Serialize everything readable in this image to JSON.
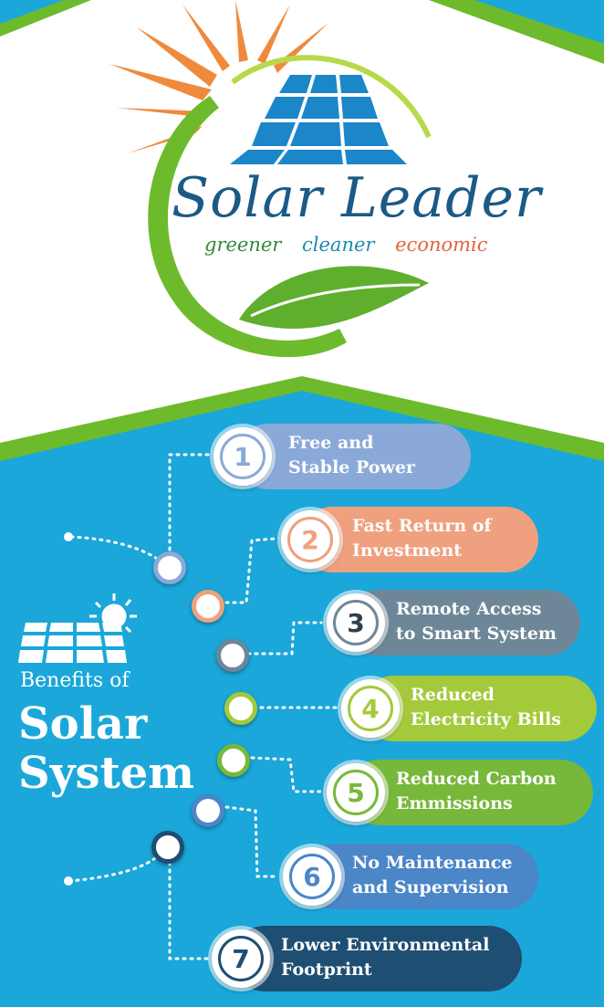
{
  "brand": {
    "name": "Solar Leader",
    "tagline": [
      {
        "text": "greener",
        "color": "#2f8a3b"
      },
      {
        "text": "cleaner",
        "color": "#1a8ab3"
      },
      {
        "text": "economic",
        "color": "#e2633b"
      }
    ]
  },
  "panel": {
    "subtitle": "Benefits of",
    "title_line1": "Solar",
    "title_line2": "System"
  },
  "colors": {
    "background_blue": "#1ba7d9",
    "green_arc": "#6dbb2c",
    "sun": "#ef8a3d",
    "panel_blue": "#1b86c8"
  },
  "benefits": [
    {
      "number": "1",
      "line1": "Free and",
      "line2": "Stable Power",
      "color": "#8aa9d8"
    },
    {
      "number": "2",
      "line1": "Fast Return of",
      "line2": "Investment",
      "color": "#efa07f"
    },
    {
      "number": "3",
      "line1": "Remote Access",
      "line2": "to Smart System",
      "color": "#6e8798"
    },
    {
      "number": "4",
      "line1": "Reduced",
      "line2": "Electricity Bills",
      "color": "#a4c93a"
    },
    {
      "number": "5",
      "line1": "Reduced Carbon",
      "line2": "Emmissions",
      "color": "#77b83a"
    },
    {
      "number": "6",
      "line1": "No Maintenance",
      "line2": "and Supervision",
      "color": "#4a86c8"
    },
    {
      "number": "7",
      "line1": "Lower Environmental",
      "line2": "Footprint",
      "color": "#1f4e73"
    }
  ]
}
